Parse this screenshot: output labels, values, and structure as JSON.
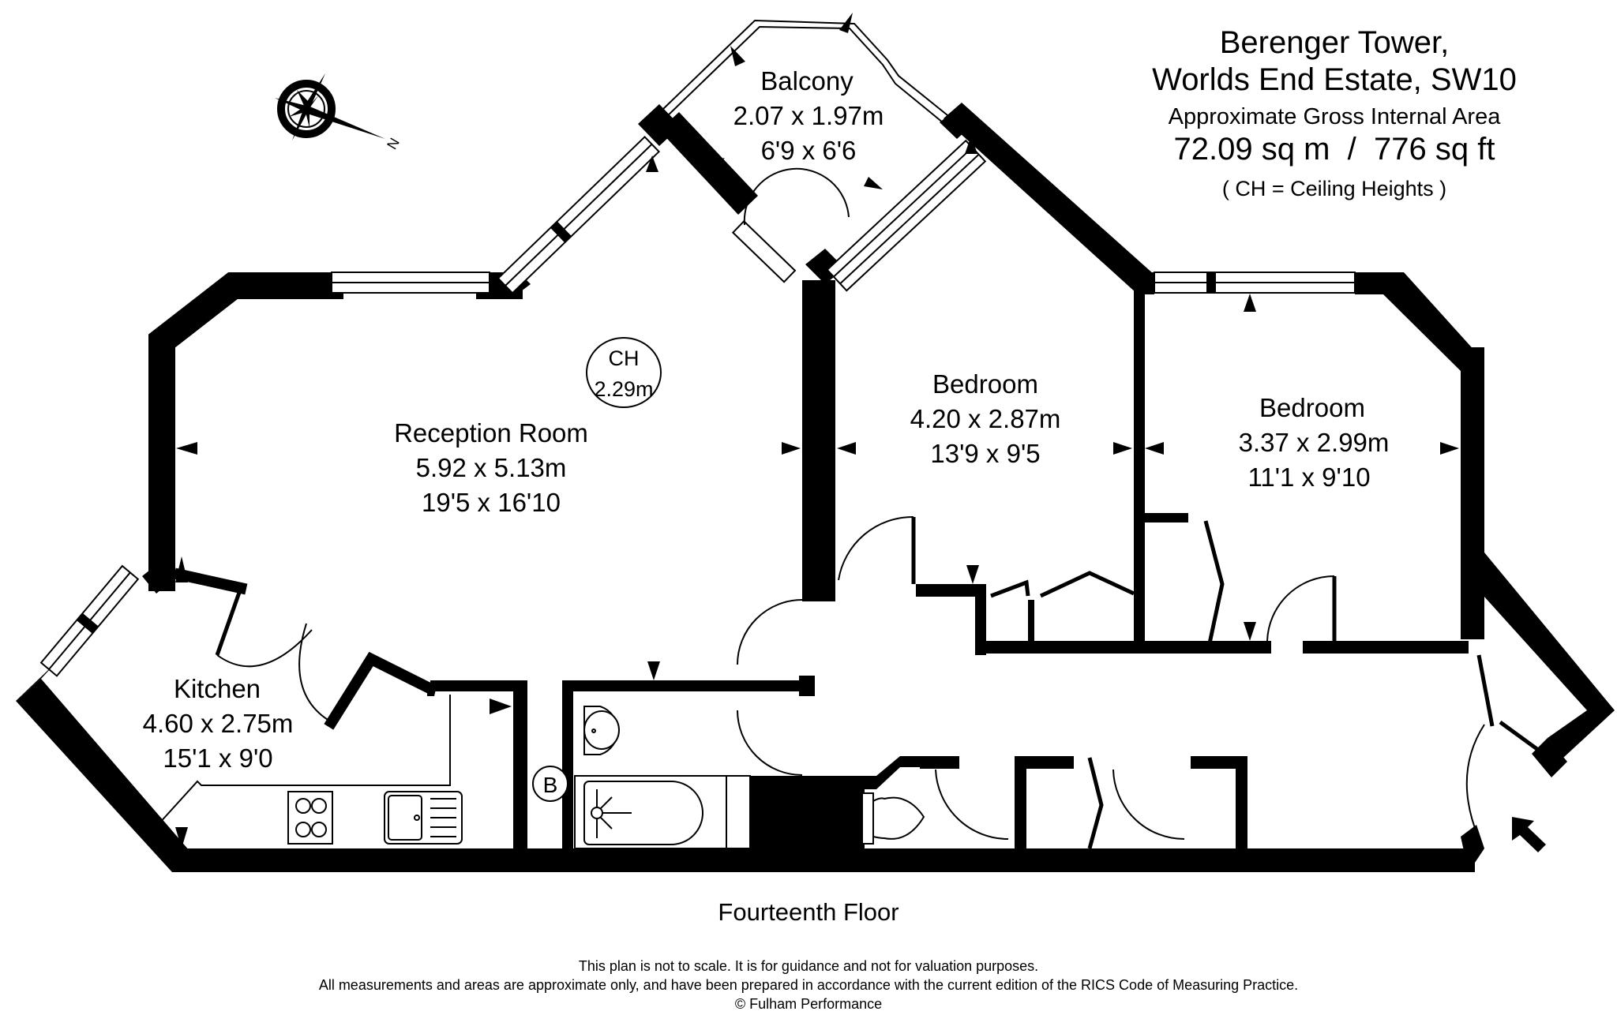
{
  "header": {
    "building": "Berenger Tower,",
    "address": "Worlds End Estate, SW10",
    "area_label": "Approximate Gross Internal Area",
    "area_value": "72.09 sq m  /  776 sq ft",
    "legend_note": "( CH = Ceiling Heights )"
  },
  "compass": {
    "icon": "compass-rose-icon",
    "direction_label": "N"
  },
  "rooms": {
    "reception": {
      "name": "Reception Room",
      "metric": "5.92 x 5.13m",
      "imperial": "19'5 x 16'10"
    },
    "balcony": {
      "name": "Balcony",
      "metric": "2.07 x 1.97m",
      "imperial": "6'9 x 6'6"
    },
    "bedroom1": {
      "name": "Bedroom",
      "metric": "4.20 x 2.87m",
      "imperial": "13'9 x 9'5"
    },
    "bedroom2": {
      "name": "Bedroom",
      "metric": "3.37 x 2.99m",
      "imperial": "11'1 x 9'10"
    },
    "kitchen": {
      "name": "Kitchen",
      "metric": "4.60 x 2.75m",
      "imperial": "15'1 x 9'0"
    }
  },
  "ceiling_height": {
    "label": "CH",
    "value": "2.29m"
  },
  "boiler": {
    "label": "B"
  },
  "fixtures": [
    "hob",
    "sink",
    "basin",
    "bath",
    "toilet",
    "entrance-arrow"
  ],
  "floor_label": "Fourteenth Floor",
  "disclaimer": {
    "line1": "This plan is not to scale. It is for guidance and not for valuation purposes.",
    "line2": "All measurements and areas are approximate only, and have been prepared in accordance with the current edition of the RICS Code of Measuring Practice.",
    "copyright": "© Fulham Performance"
  }
}
